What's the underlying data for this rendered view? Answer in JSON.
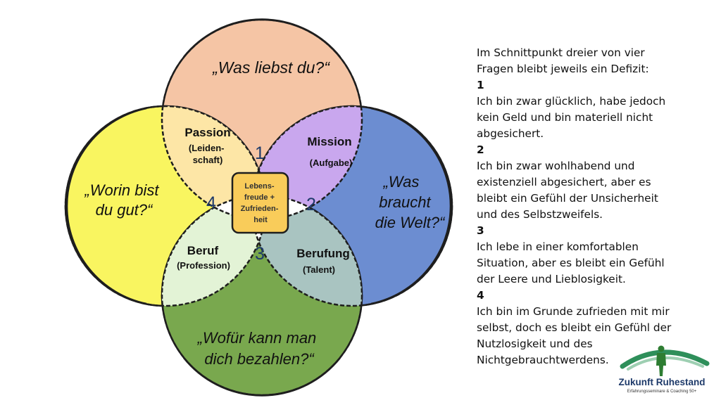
{
  "diagram": {
    "circles": {
      "top": {
        "label": "„Was liebst du?“",
        "color": "#f5c5a5"
      },
      "left": {
        "label_lines": [
          "„Worin bist",
          "du gut?“"
        ],
        "color": "#f9f560"
      },
      "right": {
        "label_lines": [
          "„Was",
          "braucht",
          "die Welt?“"
        ],
        "color": "#6c8dd1"
      },
      "bottom": {
        "label_lines": [
          "„Wofür kann man",
          "dich bezahlen?“"
        ],
        "color": "#79a84e"
      }
    },
    "overlaps": {
      "passion": {
        "title": "Passion",
        "sub_lines": [
          "(Leiden-",
          "schaft)"
        ],
        "color": "#fde6a6"
      },
      "mission": {
        "title": "Mission",
        "sub_lines": [
          "(Aufgabe)"
        ],
        "color": "#c9a7ee"
      },
      "beruf": {
        "title": "Beruf",
        "sub_lines": [
          "(Profession)"
        ],
        "color": "#e3f3d6"
      },
      "berufung": {
        "title": "Berufung",
        "sub_lines": [
          "(Talent)"
        ],
        "color": "#a9c4c1"
      }
    },
    "triple_numbers": [
      "1",
      "2",
      "3",
      "4"
    ],
    "center": {
      "lines": [
        "Lebens-",
        "freude +",
        "Zufrieden-",
        "heit"
      ],
      "color": "#f9cc5a"
    }
  },
  "side_text": {
    "intro_lines": [
      "Im Schnittpunkt dreier von vier",
      "Fragen bleibt jeweils ein Defizit:"
    ],
    "items": [
      {
        "number": "1",
        "lines": [
          "Ich bin zwar glücklich, habe jedoch",
          "kein Geld und bin materiell nicht",
          "abgesichert."
        ]
      },
      {
        "number": "2",
        "lines": [
          "Ich bin zwar wohlhabend und",
          "existenziell abgesichert, aber es",
          "bleibt ein Gefühl der Unsicherheit",
          "und des Selbstzweifels."
        ]
      },
      {
        "number": "3",
        "lines": [
          "Ich lebe in einer komfortablen",
          "Situation, aber es bleibt ein Gefühl",
          "der Leere und Lieblosigkeit."
        ]
      },
      {
        "number": "4",
        "lines": [
          "Ich bin im Grunde zufrieden mit mir",
          "selbst, doch es bleibt ein Gefühl der",
          "Nutzlosigkeit und des",
          "Nichtgebrauchtwerdens."
        ]
      }
    ]
  },
  "logo": {
    "title": "Zukunft Ruhestand",
    "subtitle": "Erfahrungsseminare & Coaching 50+",
    "colors": {
      "arc": "#2e8f5a",
      "figure": "#2e7d32"
    }
  }
}
